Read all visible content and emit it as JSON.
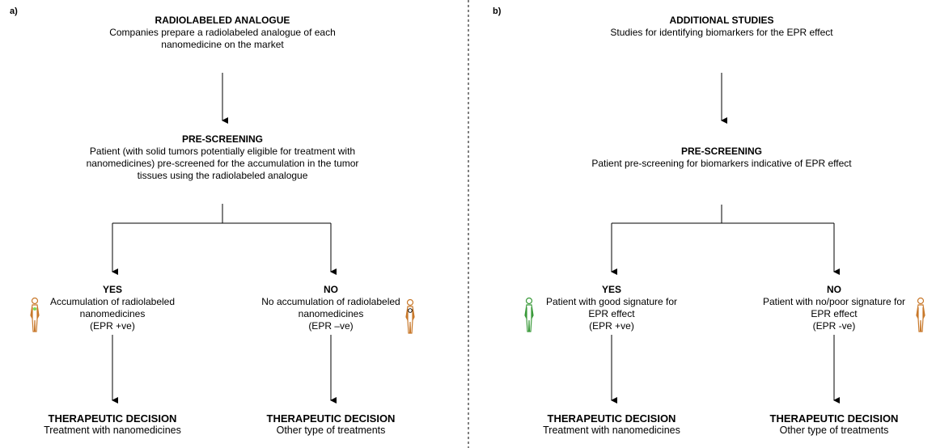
{
  "panel_a": {
    "label": "a)",
    "top": {
      "title": "RADIOLABELED  ANALOGUE",
      "lines": [
        "Companies  prepare  a radiolabeled  analogue  of each",
        "nanomedicine  on  the market"
      ]
    },
    "mid": {
      "title": "PRE-SCREENING",
      "lines": [
        "Patient  (with solid tumors potentially eligible for  treatment with",
        "nanomedicines)  pre-screened  for the accumulation in the tumor",
        "tissues  using  the radiolabeled  analogue"
      ]
    },
    "yes": {
      "title": "YES",
      "lines": [
        "Accumulation  of radiolabeled",
        "nanomedicines",
        "(EPR +ve)"
      ]
    },
    "no": {
      "title": "NO",
      "lines": [
        "No accumulation  of radiolabeled",
        "nanomedicines",
        "(EPR –ve)"
      ]
    },
    "yes_result": {
      "title": "THERAPEUTIC  DECISION",
      "line": "Treatment  with  nanomedicines"
    },
    "no_result": {
      "title": "THERAPEUTIC  DECISION",
      "line": "Other  type  of treatments"
    }
  },
  "panel_b": {
    "label": "b)",
    "top": {
      "title": "ADDITIONAL  STUDIES",
      "lines": [
        "Studies  for  identifying  biomarkers  for  the EPR effect"
      ]
    },
    "mid": {
      "title": "PRE-SCREENING",
      "lines": [
        "Patient  pre-screening  for biomarkers  indicative  of EPR effect"
      ]
    },
    "yes": {
      "title": "YES",
      "lines": [
        "Patient  with  good signature  for",
        "EPR effect",
        "(EPR +ve)"
      ]
    },
    "no": {
      "title": "NO",
      "lines": [
        "Patient  with  no/poor  signature  for",
        "EPR effect",
        "(EPR -ve)"
      ]
    },
    "yes_result": {
      "title": "THERAPEUTIC  DECISION",
      "line": "Treatment  with  nanomedicines"
    },
    "no_result": {
      "title": "THERAPEUTIC  DECISION",
      "line": "Other  type  of treatments"
    }
  },
  "colors": {
    "figure_orange": "#c8782a",
    "figure_green": "#3a9a3a",
    "highlight_green": "#7ed957",
    "line": "#000000"
  }
}
